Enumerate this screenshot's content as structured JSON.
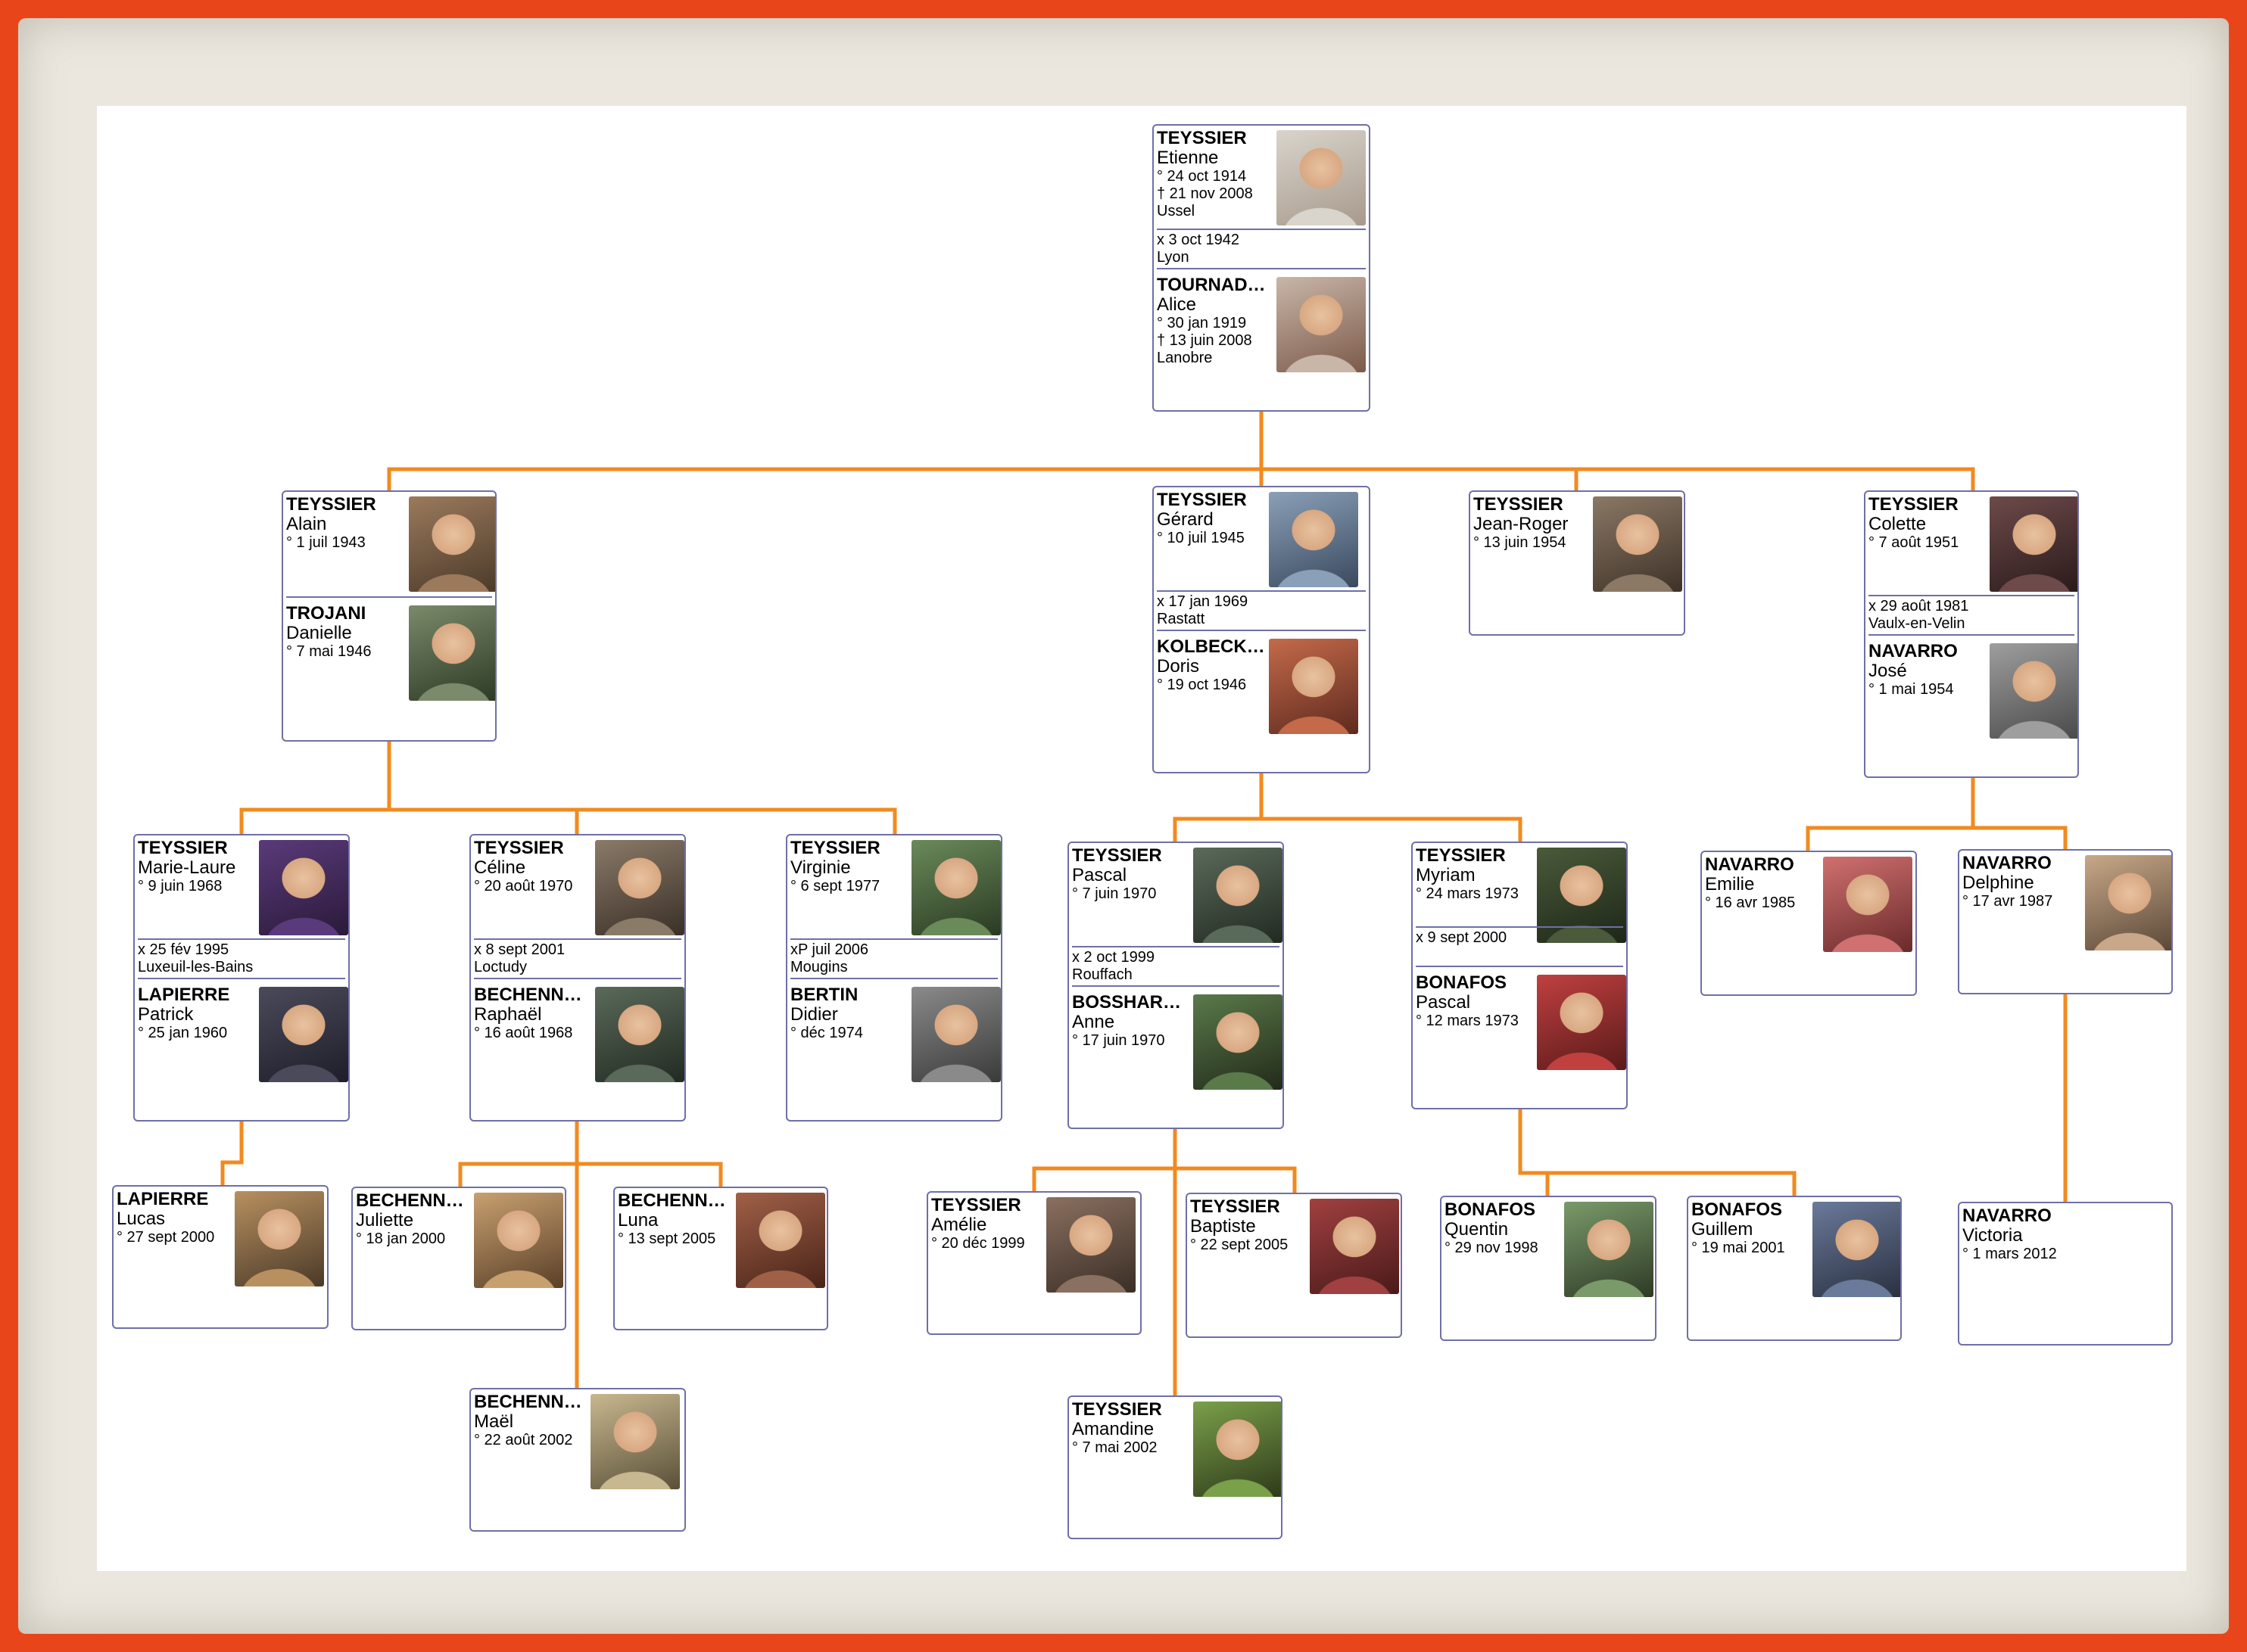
{
  "line_color": "#f28a1f",
  "card_border": "#6f6fa8",
  "families": {
    "f0": {
      "p1": {
        "surname": "TEYSSIER",
        "given": "Etienne",
        "birth": "° 24 oct 1914",
        "death": "† 21 nov 2008",
        "place": "Ussel"
      },
      "union": {
        "date": "x 3 oct 1942",
        "place": "Lyon"
      },
      "p2": {
        "surname": "TOURNAD…",
        "given": "Alice",
        "birth": "° 30 jan 1919",
        "death": "† 13 juin 2008",
        "place": "Lanobre"
      }
    },
    "f1": {
      "p1": {
        "surname": "TEYSSIER",
        "given": "Alain",
        "birth": "° 1 juil 1943"
      },
      "p2": {
        "surname": "TROJANI",
        "given": "Danielle",
        "birth": "° 7 mai 1946"
      }
    },
    "f2": {
      "p1": {
        "surname": "TEYSSIER",
        "given": "Gérard",
        "birth": "° 10 juil 1945"
      },
      "union": {
        "date": "x 17 jan 1969",
        "place": "Rastatt"
      },
      "p2": {
        "surname": "KOLBECK…",
        "given": "Doris",
        "birth": "° 19 oct 1946"
      }
    },
    "f3": {
      "p1": {
        "surname": "TEYSSIER",
        "given": "Jean-Roger",
        "birth": "° 13 juin 1954"
      }
    },
    "f4": {
      "p1": {
        "surname": "TEYSSIER",
        "given": "Colette",
        "birth": "° 7 août 1951"
      },
      "union": {
        "date": "x 29 août 1981",
        "place": "Vaulx-en-Velin"
      },
      "p2": {
        "surname": "NAVARRO",
        "given": "José",
        "birth": "° 1 mai 1954"
      }
    },
    "f5": {
      "p1": {
        "surname": "TEYSSIER",
        "given": "Marie-Laure",
        "birth": "° 9 juin 1968"
      },
      "union": {
        "date": "x 25 fév 1995",
        "place": "Luxeuil-les-Bains"
      },
      "p2": {
        "surname": "LAPIERRE",
        "given": "Patrick",
        "birth": "° 25 jan 1960"
      }
    },
    "f6": {
      "p1": {
        "surname": "TEYSSIER",
        "given": "Céline",
        "birth": "° 20 août 1970"
      },
      "union": {
        "date": "x 8 sept 2001",
        "place": "Loctudy"
      },
      "p2": {
        "surname": "BECHENN…",
        "given": "Raphaël",
        "birth": "° 16 août 1968"
      }
    },
    "f7": {
      "p1": {
        "surname": "TEYSSIER",
        "given": "Virginie",
        "birth": "° 6 sept 1977"
      },
      "union": {
        "date": "xP juil 2006",
        "place": "Mougins"
      },
      "p2": {
        "surname": "BERTIN",
        "given": "Didier",
        "birth": "° déc 1974"
      }
    },
    "f8": {
      "p1": {
        "surname": "TEYSSIER",
        "given": "Pascal",
        "birth": "° 7 juin 1970"
      },
      "union": {
        "date": "x 2 oct 1999",
        "place": "Rouffach"
      },
      "p2": {
        "surname": "BOSSHAR…",
        "given": "Anne",
        "birth": "° 17 juin 1970"
      }
    },
    "f9": {
      "p1": {
        "surname": "TEYSSIER",
        "given": "Myriam",
        "birth": "° 24 mars 1973"
      },
      "union": {
        "date": "x 9 sept 2000",
        "place": ""
      },
      "p2": {
        "surname": "BONAFOS",
        "given": "Pascal",
        "birth": "° 12 mars 1973"
      }
    },
    "f10": {
      "p1": {
        "surname": "NAVARRO",
        "given": "Emilie",
        "birth": "° 16 avr 1985"
      }
    },
    "f11": {
      "p1": {
        "surname": "NAVARRO",
        "given": "Delphine",
        "birth": "° 17 avr 1987"
      }
    },
    "f12": {
      "p1": {
        "surname": "LAPIERRE",
        "given": "Lucas",
        "birth": "° 27 sept 2000"
      }
    },
    "f13": {
      "p1": {
        "surname": "BECHENN…",
        "given": "Juliette",
        "birth": "° 18 jan 2000"
      }
    },
    "f14": {
      "p1": {
        "surname": "BECHENN…",
        "given": "Luna",
        "birth": "° 13 sept 2005"
      }
    },
    "f15": {
      "p1": {
        "surname": "TEYSSIER",
        "given": "Amélie",
        "birth": "° 20 déc 1999"
      }
    },
    "f16": {
      "p1": {
        "surname": "TEYSSIER",
        "given": "Baptiste",
        "birth": "° 22 sept 2005"
      }
    },
    "f17": {
      "p1": {
        "surname": "BONAFOS",
        "given": "Quentin",
        "birth": "° 29 nov 1998"
      }
    },
    "f18": {
      "p1": {
        "surname": "BONAFOS",
        "given": "Guillem",
        "birth": "° 19 mai 2001"
      }
    },
    "f19": {
      "p1": {
        "surname": "NAVARRO",
        "given": "Victoria",
        "birth": "° 1 mars 2012"
      }
    },
    "f20": {
      "p1": {
        "surname": "BECHENN…",
        "given": "Maël",
        "birth": "° 22 août 2002"
      }
    },
    "f21": {
      "p1": {
        "surname": "TEYSSIER",
        "given": "Amandine",
        "birth": "° 7 mai 2002"
      }
    }
  }
}
